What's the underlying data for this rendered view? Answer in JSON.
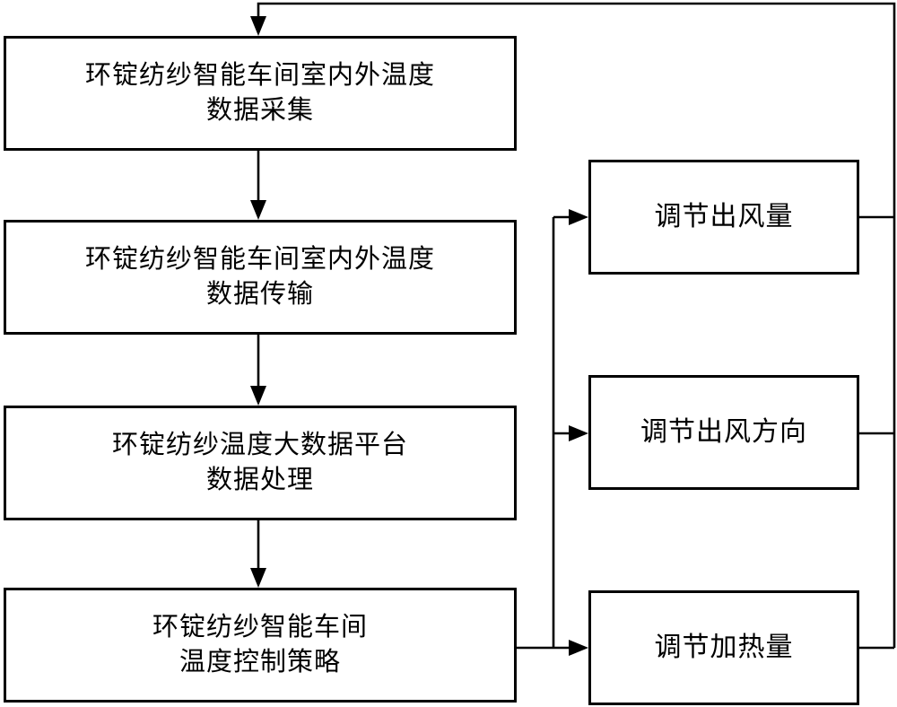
{
  "diagram": {
    "type": "flowchart",
    "colors": {
      "background": "#ffffff",
      "line": "#000000",
      "box_border": "#000000",
      "text": "#000000"
    },
    "left_column": [
      {
        "id": "collect",
        "line1": "环锭纺纱智能车间室内外温度",
        "line2": "数据采集"
      },
      {
        "id": "transmit",
        "line1": "环锭纺纱智能车间室内外温度",
        "line2": "数据传输"
      },
      {
        "id": "process",
        "line1": "环锭纺纱温度大数据平台",
        "line2": "数据处理"
      },
      {
        "id": "strategy",
        "line1": "环锭纺纱智能车间",
        "line2": "温度控制策略"
      }
    ],
    "right_column": [
      {
        "id": "airflow",
        "label": "调节出风量"
      },
      {
        "id": "direction",
        "label": "调节出风方向"
      },
      {
        "id": "heating",
        "label": "调节加热量"
      }
    ],
    "edges": [
      "collect -> transmit",
      "transmit -> process",
      "process -> strategy",
      "strategy -> airflow",
      "strategy -> direction",
      "strategy -> heating",
      "airflow -> collect (feedback)",
      "direction -> collect (feedback)",
      "heating -> collect (feedback)"
    ]
  }
}
